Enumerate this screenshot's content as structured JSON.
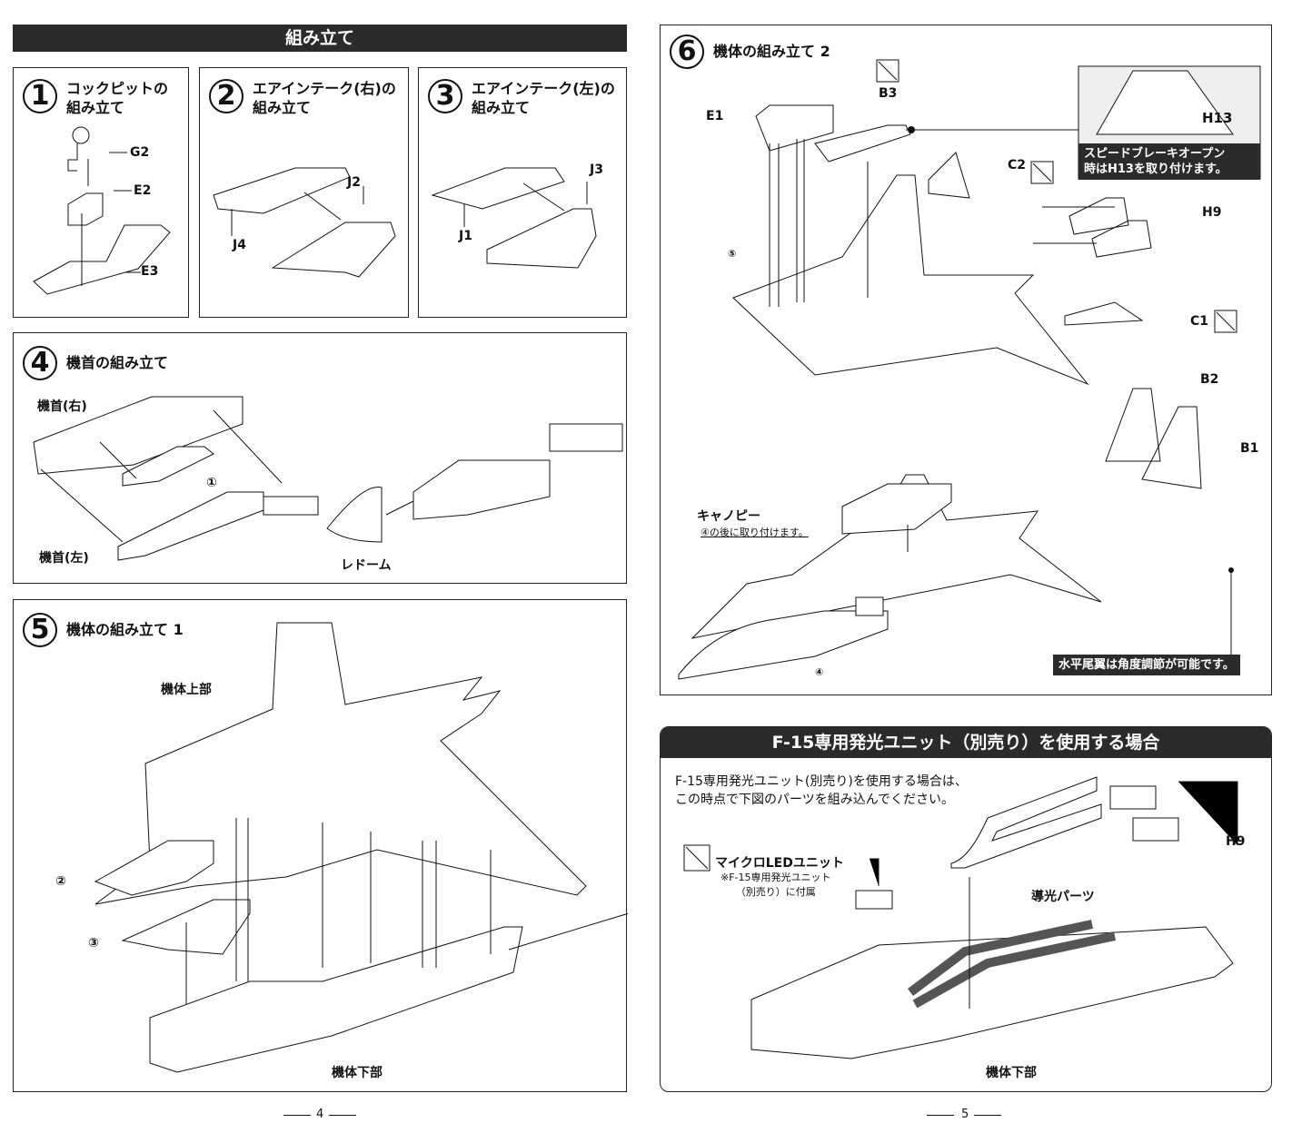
{
  "left_header": "組み立て",
  "steps": [
    {
      "num": "1",
      "title": "コックピットの\n組み立て",
      "labels": [
        "G2",
        "E2",
        "E3"
      ]
    },
    {
      "num": "2",
      "title": "エアインテーク(右)の\n組み立て",
      "labels": [
        "J2",
        "J4"
      ]
    },
    {
      "num": "3",
      "title": "エアインテーク(左)の\n組み立て",
      "labels": [
        "J3",
        "J1"
      ]
    },
    {
      "num": "4",
      "title": "機首の組み立て",
      "labels": [
        "機首(右)",
        "①",
        "機首(左)",
        "レドーム"
      ]
    },
    {
      "num": "5",
      "title": "機体の組み立て 1",
      "labels": [
        "機体上部",
        "②",
        "③",
        "機体下部"
      ]
    },
    {
      "num": "6",
      "title": "機体の組み立て 2",
      "labels": [
        "E1",
        "B3",
        "C2",
        "H9",
        "⑤",
        "C1",
        "B2",
        "B1",
        "キャノピー",
        "④の後に取り付けます。",
        "④",
        "H13"
      ],
      "notes": [
        "スピードブレーキオープン\n時はH13を取り付けます。",
        "水平尾翼は角度調節が可能です。"
      ]
    }
  ],
  "led_section": {
    "header": "F-15専用発光ユニット（別売り）を使用する場合",
    "text": "F-15専用発光ユニット(別売り)を使用する場合は、\nこの時点で下図のパーツを組み込んでください。",
    "led_label": "マイクロLEDユニット",
    "led_note": "※F-15専用発光ユニット\n（別売り）に付属",
    "light_guide": "導光パーツ",
    "h9": "H9",
    "lower": "機体下部"
  },
  "page_numbers": [
    "4",
    "5"
  ]
}
